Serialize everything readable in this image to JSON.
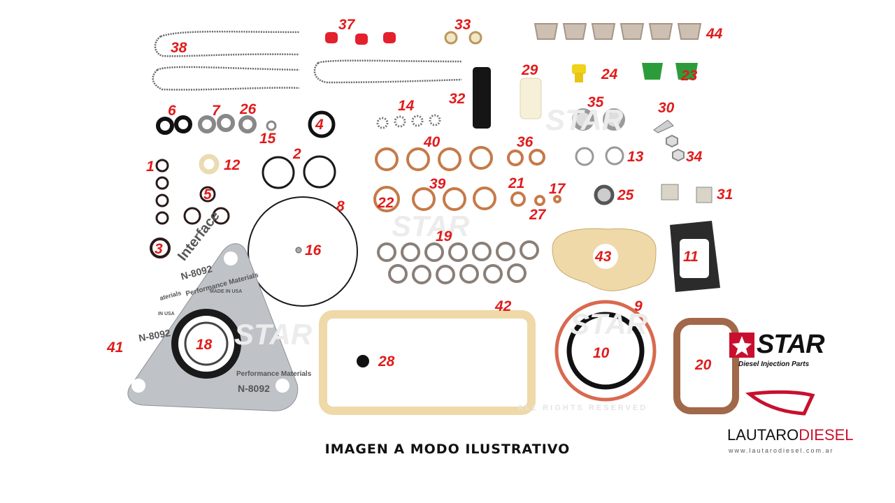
{
  "caption": "IMAGEN A MODO ILUSTRATIVO",
  "watermark": {
    "word": "STAR",
    "rights": "ALL RIGHTS RESERVED"
  },
  "part_numbers": [
    "1",
    "2",
    "3",
    "4",
    "5",
    "6",
    "7",
    "8",
    "9",
    "10",
    "11",
    "12",
    "13",
    "14",
    "15",
    "16",
    "17",
    "18",
    "19",
    "20",
    "21",
    "22",
    "23",
    "24",
    "25",
    "26",
    "27",
    "28",
    "29",
    "30",
    "31",
    "32",
    "33",
    "34",
    "35",
    "36",
    "37",
    "38",
    "39",
    "40",
    "41",
    "42",
    "43",
    "44"
  ],
  "gasket_text": {
    "brand": "Interface",
    "line1": "Performance Materials",
    "code": "N-8092",
    "made": "MADE IN USA",
    "made2": "IN USA",
    "materials": "aterials"
  },
  "star_logo": {
    "word": "STAR",
    "subtitle": "Diesel Injection Parts"
  },
  "lautaro": {
    "name_a": "LAUTARO",
    "name_b": "DIESEL",
    "url": "www.lautarodiesel.com.ar"
  },
  "colors": {
    "number_red": "#e11b1b",
    "brand_red": "#c8102e",
    "copper": "#c67a48",
    "gasket": "#efd9a8"
  }
}
